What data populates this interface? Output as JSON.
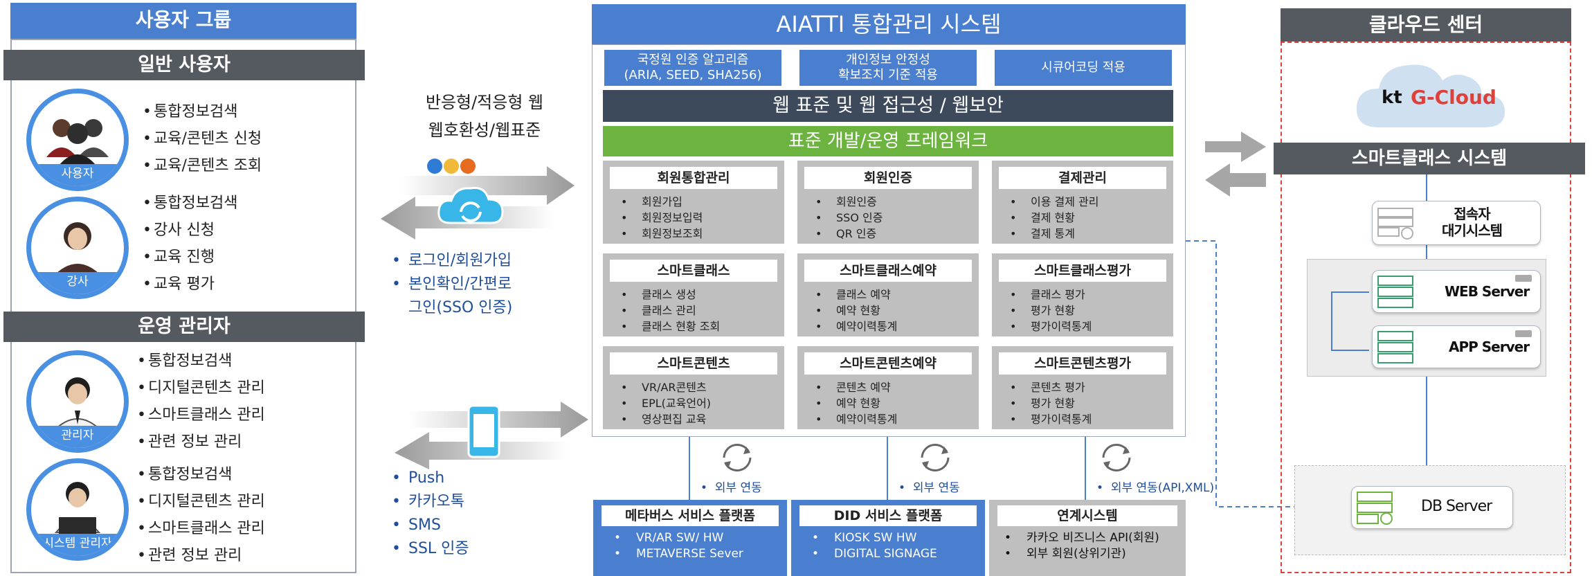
{
  "left": {
    "header": "사용자 그룹",
    "general": {
      "title": "일반 사용자",
      "user": {
        "label": "사용자",
        "items": [
          "통합정보검색",
          "교육/콘텐츠 신청",
          "교육/콘텐츠 조회"
        ]
      },
      "instructor": {
        "label": "강사",
        "items": [
          "통합정보검색",
          "강사 신청",
          "교육 진행",
          "교육 평가"
        ]
      }
    },
    "ops": {
      "title": "운영 관리자",
      "manager": {
        "label": "관리자",
        "items": [
          "통합정보검색",
          "디지털콘텐츠 관리",
          "스마트클래스 관리",
          "관련 정보 관리"
        ]
      },
      "sysadmin": {
        "label": "시스템 관리자",
        "items": [
          "통합정보검색",
          "디지털콘텐츠 관리",
          "스마트클래스 관리",
          "관련 정보 관리"
        ]
      }
    }
  },
  "middle": {
    "web_line1": "반응형/적응형 웹",
    "web_line2": "웹호환성/웹표준",
    "web_items": [
      "로그인/회원가입",
      "본인확인/간편로",
      "그인(SSO 인증)"
    ],
    "mobile_items": [
      "Push",
      "카카오톡",
      "SMS",
      "SSL 인증"
    ]
  },
  "system": {
    "title": "AIATTI 통합관리 시스템",
    "top_boxes": [
      {
        "line1": "국정원 인증 알고리즘",
        "line2": "(ARIA, SEED, SHA256)"
      },
      {
        "line1": "개인정보 안정성",
        "line2": "확보조치 기준 적용"
      },
      {
        "line1": "시큐어코딩 적용",
        "line2": ""
      }
    ],
    "web_bar": "웹 표준 및 웹 접근성 / 웹보안",
    "framework_bar": "표준 개발/운영 프레임워크",
    "modules": [
      {
        "title": "회원통합관리",
        "items": [
          "회원가입",
          "회원정보입력",
          "회원정보조회"
        ]
      },
      {
        "title": "회원인증",
        "items": [
          "회원인증",
          "SSO 인증",
          "QR 인증"
        ]
      },
      {
        "title": "결제관리",
        "items": [
          "이용 결제 관리",
          "결제 현황",
          "결제 통계"
        ]
      },
      {
        "title": "스마트클래스",
        "items": [
          "클래스 생성",
          "클래스 관리",
          "클래스 현황 조회"
        ]
      },
      {
        "title": "스마트클래스예약",
        "items": [
          "클래스 예약",
          "예약 현황",
          "예약이력통계"
        ]
      },
      {
        "title": "스마트클래스평가",
        "items": [
          "클래스 평가",
          "평가 현황",
          "평가이력통계"
        ]
      },
      {
        "title": "스마트콘텐츠",
        "items": [
          "VR/AR콘텐츠",
          "EPL(교육언어)",
          "영상편집 교육"
        ]
      },
      {
        "title": "스마트콘텐츠예약",
        "items": [
          "콘텐츠 예약",
          "예약 현황",
          "예약이력통계"
        ]
      },
      {
        "title": "스마트콘텐츠평가",
        "items": [
          "콘텐츠 평가",
          "평가 현황",
          "평가이력통계"
        ]
      }
    ],
    "sync_labels": [
      "외부 연동",
      "외부 연동",
      "외부 연동(API,XML)"
    ],
    "bottom": [
      {
        "title": "메타버스 서비스 플랫폼",
        "items": [
          "VR/AR SW/ HW",
          "METAVERSE Sever"
        ]
      },
      {
        "title": "DID 서비스 플랫폼",
        "items": [
          "KIOSK SW HW",
          "DIGITAL SIGNAGE"
        ]
      },
      {
        "title": "연계시스템",
        "items": [
          "카카오 비즈니스 API(회원)",
          "외부 회원(상위기관)"
        ]
      }
    ]
  },
  "cloud": {
    "header": "클라우드 센터",
    "logo_kt": "kt",
    "logo_name": "G-Cloud",
    "smartclass_bar": "스마트클래스 시스템",
    "queue_line1": "접속자",
    "queue_line2": "대기시스템",
    "web_server": "WEB Server",
    "app_server": "APP Server",
    "db_server": "DB Server"
  },
  "colors": {
    "blue": "#4a7fd0",
    "dark": "#555a60",
    "green": "#6db33f",
    "navy": "#3d4a5c",
    "red_dash": "#e0403a",
    "link_blue": "#1f4e9c"
  }
}
